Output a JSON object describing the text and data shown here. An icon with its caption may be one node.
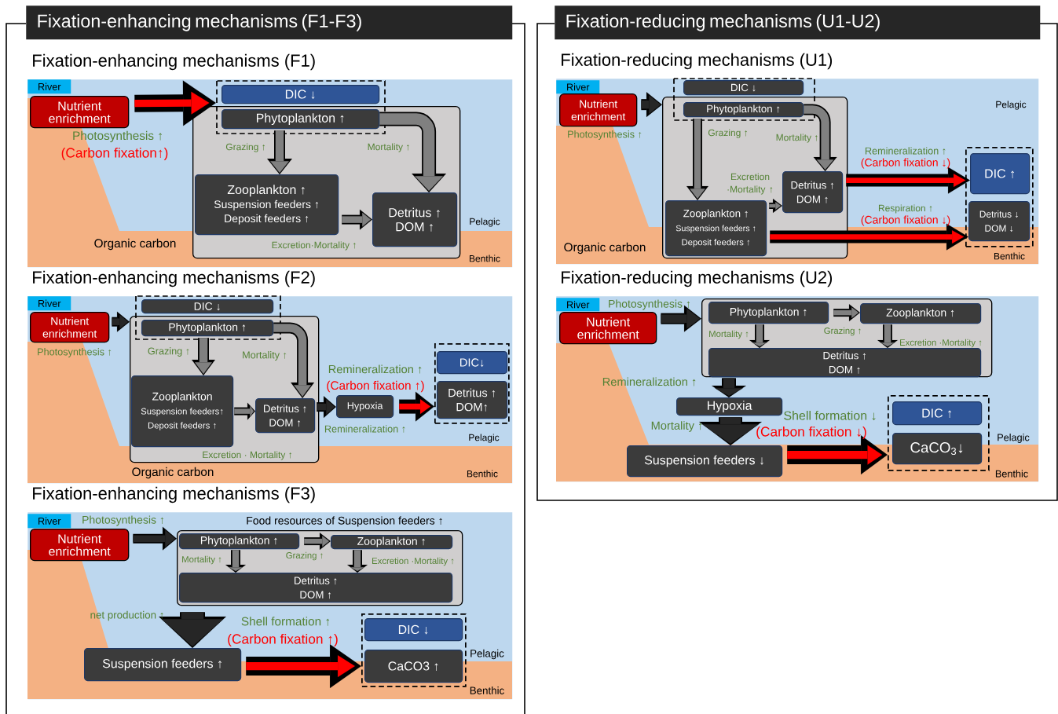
{
  "diagram": {
    "nodes": [
      {
        "text": [
          "Fixation-enhancing mechanisms (F1-F3)"
        ]
      },
      {
        "text": [
          "Fixation-enhancing mechanisms (F1)"
        ],
        "in": 0
      },
      {
        "text": [
          "River"
        ],
        "in": 1
      },
      {
        "text": [
          "Nutrient enrichment"
        ],
        "in": 1
      },
      {
        "text": [],
        "shape": "box",
        "in": 1
      },
      {
        "text": [
          "DIC ↓"
        ],
        "in": 1
      },
      {
        "text": [
          "Phytoplankton ↑"
        ],
        "in": 4
      },
      {
        "text": [
          "Zooplankton ↑",
          "Suspension feeders ↑",
          "Deposit feeders ↑"
        ],
        "in": 4
      },
      {
        "text": [
          "Detritus ↑",
          "DOM ↑"
        ],
        "in": 4
      },
      {
        "text": [
          "Fixation-enhancing mechanisms (F2)"
        ],
        "in": 0
      },
      {
        "text": [
          "River"
        ],
        "in": 9
      },
      {
        "text": [
          "Nutrient enrichment"
        ],
        "in": 9
      },
      {
        "text": [],
        "shape": "box",
        "in": 9
      },
      {
        "text": [
          "DIC ↓"
        ],
        "in": 9
      },
      {
        "text": [
          "Phytoplankton ↑"
        ],
        "in": 12
      },
      {
        "text": [
          "Zooplankton",
          "Suspension feeders↑",
          "Deposit feeders ↑"
        ],
        "in": 12
      },
      {
        "text": [
          "Detritus ↑",
          "DOM ↑"
        ],
        "in": 12
      },
      {
        "text": [
          "Hypoxia"
        ],
        "in": 9
      },
      {
        "text": [],
        "shape": "box",
        "in": 9
      },
      {
        "text": [
          "DIC↓"
        ],
        "in": 18
      },
      {
        "text": [
          "Detritus ↑",
          "DOM↑"
        ],
        "in": 18
      },
      {
        "text": [
          "Fixation-enhancing mechanisms (F3)"
        ],
        "in": 0
      },
      {
        "text": [
          "River"
        ],
        "in": 21
      },
      {
        "text": [
          "Nutrient enrichment"
        ],
        "in": 21
      },
      {
        "text": [
          "Food resources of Suspension feeders ↑"
        ],
        "in": 21
      },
      {
        "text": [
          "Phytoplankton ↑"
        ],
        "in": 24
      },
      {
        "text": [
          "Zooplankton ↑"
        ],
        "in": 24
      },
      {
        "text": [
          "Detritus ↑",
          "DOM ↑"
        ],
        "in": 24
      },
      {
        "text": [
          "Suspension feeders ↑"
        ],
        "in": 21
      },
      {
        "text": [],
        "shape": "box",
        "in": 21
      },
      {
        "text": [
          "DIC ↓"
        ],
        "in": 29
      },
      {
        "text": [
          "CaCO3 ↑"
        ],
        "in": 29
      },
      {
        "text": [
          "Fixation-reducing mechanisms (U1-U2)"
        ]
      },
      {
        "text": [
          "Fixation-reducing mechanisms (U1)"
        ],
        "in": 32
      },
      {
        "text": [
          "River"
        ],
        "in": 33
      },
      {
        "text": [
          "Nutrient enrichment"
        ],
        "in": 33
      },
      {
        "text": [],
        "shape": "box",
        "in": 33
      },
      {
        "text": [
          "DIC ↓"
        ],
        "in": 33
      },
      {
        "text": [
          "Phytoplankton ↑"
        ],
        "in": 36
      },
      {
        "text": [
          "Zooplankton ↑",
          "Suspension feeders ↑",
          "Deposit feeders ↑"
        ],
        "in": 36
      },
      {
        "text": [
          "Detritus ↑",
          "DOM ↑"
        ],
        "in": 36
      },
      {
        "text": [],
        "shape": "box",
        "in": 33
      },
      {
        "text": [
          "DIC ↑"
        ],
        "in": 41
      },
      {
        "text": [
          "Detritus ↓",
          "DOM ↓"
        ],
        "in": 41
      },
      {
        "text": [
          "Fixation-reducing mechanisms (U2)"
        ],
        "in": 32
      },
      {
        "text": [
          "River"
        ],
        "in": 44
      },
      {
        "text": [
          "Nutrient enrichment"
        ],
        "in": 44
      },
      {
        "text": [],
        "shape": "box",
        "in": 44
      },
      {
        "text": [
          "Phytoplankton ↑"
        ],
        "in": 47
      },
      {
        "text": [
          "Zooplankton ↑"
        ],
        "in": 47
      },
      {
        "text": [
          "Detritus ↑",
          "DOM ↑"
        ],
        "in": 47
      },
      {
        "text": [
          "Hypoxia"
        ],
        "in": 44
      },
      {
        "text": [
          "Suspension feeders ↓"
        ],
        "in": 44
      },
      {
        "text": [],
        "shape": "box",
        "in": 44
      },
      {
        "text": [
          "DIC ↑"
        ],
        "in": 53
      },
      {
        "text": [
          "CaCO$_{3}$↓"
        ],
        "in": 53
      }
    ],
    "edges": [
      {
        "from": 3,
        "to": 4,
        "arrow": "to",
        "color": "#ff0000"
      },
      {
        "from": 6,
        "to": 7,
        "arrow": "to"
      },
      {
        "from": 6,
        "to": 8,
        "arrow": "to"
      },
      {
        "from": 7,
        "to": 8,
        "arrow": "to"
      },
      {
        "from": 11,
        "to": 12,
        "arrow": "to",
        "color": "#262626"
      },
      {
        "from": 14,
        "to": 15,
        "arrow": "to"
      },
      {
        "from": 14,
        "to": 16,
        "arrow": "to"
      },
      {
        "from": 15,
        "to": 16,
        "arrow": "to"
      },
      {
        "from": 16,
        "to": 17,
        "arrow": "to",
        "color": "#262626"
      },
      {
        "from": 17,
        "to": 18,
        "arrow": "to",
        "color": "#ff0000"
      },
      {
        "from": 23,
        "to": 24,
        "arrow": "to",
        "color": "#262626"
      },
      {
        "from": 25,
        "to": 26,
        "arrow": "to"
      },
      {
        "from": 25,
        "to": 27,
        "arrow": "to"
      },
      {
        "from": 26,
        "to": 27,
        "arrow": "to"
      },
      {
        "from": 24,
        "to": 28,
        "arrow": "to",
        "color": "#262626",
        "style": "thick"
      },
      {
        "from": 28,
        "to": 29,
        "arrow": "to",
        "color": "#ff0000"
      },
      {
        "from": 35,
        "to": 36,
        "arrow": "to",
        "color": "#262626"
      },
      {
        "from": 38,
        "to": 39,
        "arrow": "to"
      },
      {
        "from": 38,
        "to": 40,
        "arrow": "to"
      },
      {
        "from": 39,
        "to": 40,
        "arrow": "to"
      },
      {
        "from": 40,
        "to": 42,
        "arrow": "to",
        "color": "#ff0000"
      },
      {
        "from": 39,
        "to": 43,
        "arrow": "to",
        "color": "#ff0000"
      },
      {
        "from": 46,
        "to": 47,
        "arrow": "to",
        "color": "#262626"
      },
      {
        "from": 48,
        "to": 49,
        "arrow": "to"
      },
      {
        "from": 48,
        "to": 50,
        "arrow": "to"
      },
      {
        "from": 49,
        "to": 50,
        "arrow": "to"
      },
      {
        "from": 47,
        "to": 51,
        "arrow": "to",
        "color": "#262626"
      },
      {
        "from": 51,
        "to": 52,
        "arrow": "to",
        "color": "#262626",
        "style": "thick"
      },
      {
        "from": 52,
        "to": 53,
        "arrow": "to",
        "color": "#ff0000"
      }
    ],
    "labels": [
      "Photosynthesis ↑",
      "(Carbon fixation↑)",
      "Grazing ↑",
      "Mortality ↑",
      "Excretion·Mortality ↑",
      "Organic carbon",
      "Pelagic",
      "Benthic",
      "Photosynthesis ↑",
      "Grazing ↑",
      "Mortality ↑",
      "Remineralization ↑",
      "(Carbon fixation ↑)",
      "Remineralization ↑",
      "Excretion · Mortality ↑",
      "Organic carbon",
      "Pelagic",
      "Benthic",
      "Photosynthesis ↑",
      "Mortality ↑",
      "Grazing ↑",
      "Excretion ·Mortality ↑",
      "net production ↑",
      "Shell formation ↑",
      "(Carbon fixation ↑)",
      "Pelagic",
      "Benthic",
      "Photosynthesis ↑",
      "Grazing ↑",
      "Mortality ↑",
      "Excretion ·Mortality ↑",
      "Remineralization ↑",
      "(Carbon fixation ↓)",
      "Respiration ↑",
      "(Carbon fixation ↓)",
      "Organic carbon",
      "Pelagic",
      "Benthic",
      "Photosynthesis ↑",
      "Mortality ↑",
      "Grazing ↑",
      "Excretion ·Mortality ↑",
      "Remineralization ↑",
      "Shell formation ↓",
      "(Carbon fixation ↓)",
      "Mortality ↑",
      "Pelagic",
      "Benthic"
    ]
  }
}
